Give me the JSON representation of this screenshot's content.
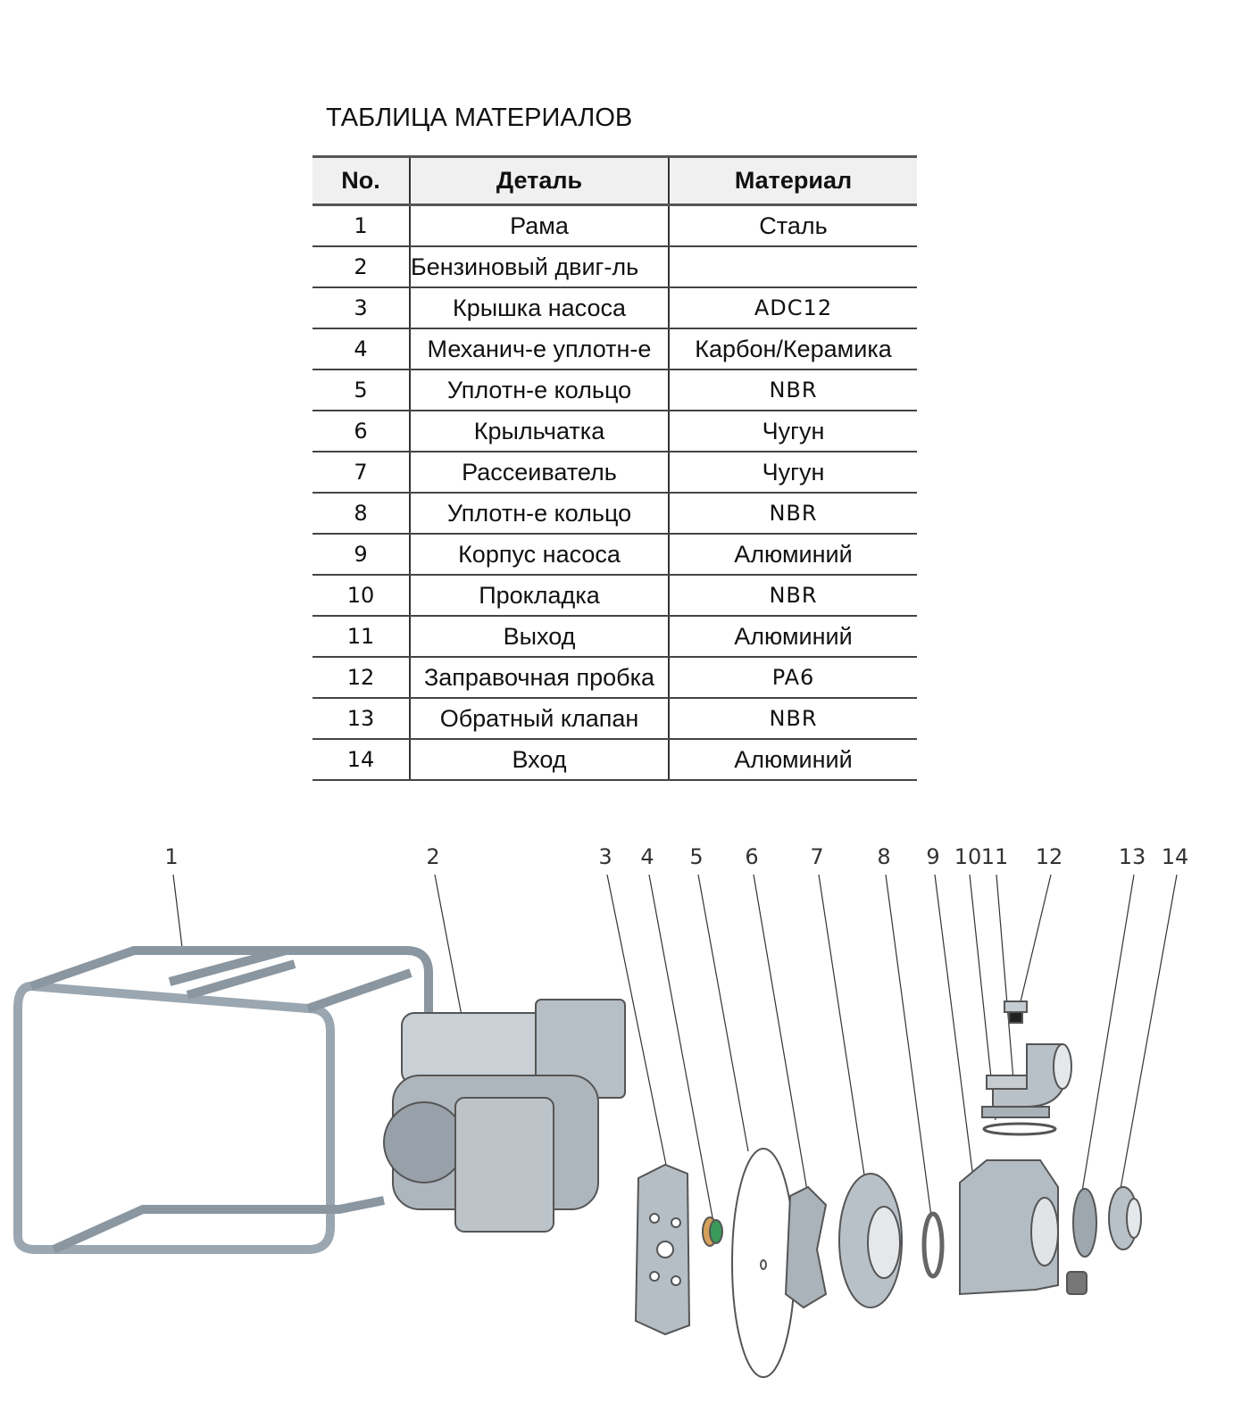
{
  "title": "ТАБЛИЦА МАТЕРИАЛОВ",
  "table": {
    "headers": [
      "No.",
      "Деталь",
      "Материал"
    ],
    "rows": [
      {
        "no": "1",
        "part": "Рама",
        "material": "Сталь"
      },
      {
        "no": "2",
        "part": "Бензиновый двиг-ль",
        "material": ""
      },
      {
        "no": "3",
        "part": "Крышка насоса",
        "material": "ADC12"
      },
      {
        "no": "4",
        "part": "Механич-е уплотн-е",
        "material": "Карбон/Керамика"
      },
      {
        "no": "5",
        "part": "Уплотн-е кольцо",
        "material": "NBR"
      },
      {
        "no": "6",
        "part": "Крыльчатка",
        "material": "Чугун"
      },
      {
        "no": "7",
        "part": "Рассеиватель",
        "material": "Чугун"
      },
      {
        "no": "8",
        "part": "Уплотн-е кольцо",
        "material": "NBR"
      },
      {
        "no": "9",
        "part": "Корпус насоса",
        "material": "Алюминий"
      },
      {
        "no": "10",
        "part": "Прокладка",
        "material": "NBR"
      },
      {
        "no": "11",
        "part": "Выход",
        "material": "Алюминий"
      },
      {
        "no": "12",
        "part": "Заправочная пробка",
        "material": "PA6"
      },
      {
        "no": "13",
        "part": "Обратный клапан",
        "material": "NBR"
      },
      {
        "no": "14",
        "part": "Вход",
        "material": "Алюминий"
      }
    ]
  },
  "diagram": {
    "callouts": [
      "1",
      "2",
      "3",
      "4",
      "5",
      "6",
      "7",
      "8",
      "9",
      "10",
      "11",
      "12",
      "13",
      "14"
    ]
  }
}
